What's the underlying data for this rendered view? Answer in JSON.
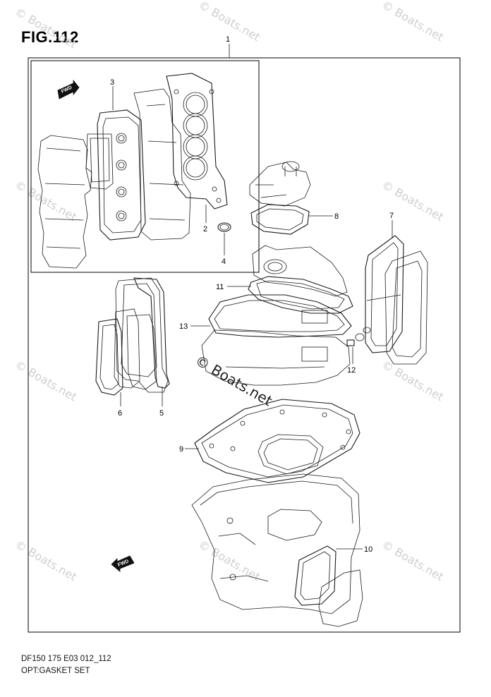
{
  "figure": {
    "title": "FIG.112",
    "code": "DF150 175 E03 012_112",
    "description": "OPT:GASKET SET"
  },
  "callouts": [
    "1",
    "2",
    "3",
    "4",
    "5",
    "6",
    "7",
    "8",
    "9",
    "10",
    "11",
    "12",
    "13"
  ],
  "arrows": {
    "fwd_label": "FWD"
  },
  "watermark": {
    "text": "© Boats.net"
  }
}
